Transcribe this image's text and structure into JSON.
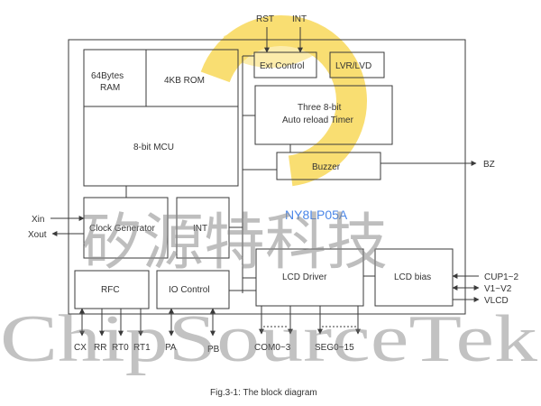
{
  "blocks": {
    "ram_line1": "64Bytes",
    "ram_line2": "RAM",
    "rom": "4KB ROM",
    "mcu": "8-bit MCU",
    "ext_control": "Ext Control",
    "lvr": "LVR/LVD",
    "timer_line1": "Three  8-bit",
    "timer_line2": "Auto reload Timer",
    "buzzer": "Buzzer",
    "clock": "Clock Generator",
    "int": "INT",
    "rfc": "RFC",
    "io": "IO Control",
    "lcd_driver": "LCD Driver",
    "lcd_bias": "LCD bias"
  },
  "part_number": "NY8LP05A",
  "pins": {
    "rst": "RST",
    "int": "INT",
    "bz": "BZ",
    "xin": "Xin",
    "xout": "Xout",
    "cup": "CUP1~2",
    "v": "V1~V2",
    "vlcd": "VLCD",
    "cx": "CX",
    "rr": "RR",
    "rt0": "RT0",
    "rt1": "RT1",
    "pa": "PA",
    "pb": "PB",
    "com": "COM0~3",
    "seg": "SEG0~15"
  },
  "watermark": {
    "cn": "矽源特科技",
    "en": "ChipSourceTek",
    "logo_color": "#f5c400"
  },
  "caption": "Fig.3-1: The block diagram"
}
